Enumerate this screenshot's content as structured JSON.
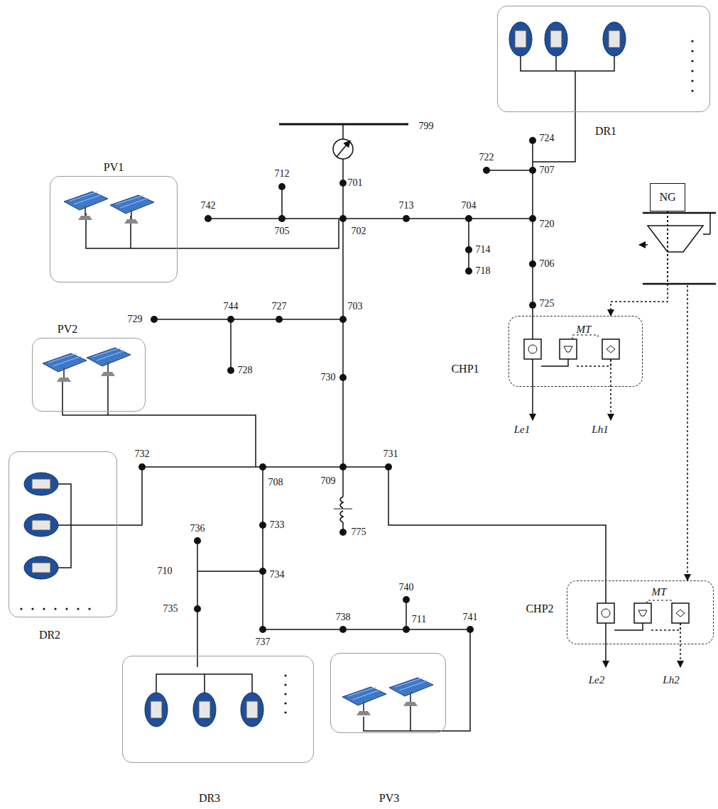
{
  "diagram": {
    "nodes": [
      {
        "text": [
          "DR1"
        ]
      },
      {
        "text": [
          "PV1"
        ]
      },
      {
        "text": [
          "NG"
        ]
      },
      {
        "text": [
          "CHP1"
        ]
      },
      {
        "text": [
          "PV2"
        ]
      },
      {
        "text": [
          "DR2"
        ]
      },
      {
        "text": [
          "CHP2"
        ]
      },
      {
        "text": [
          "PV3"
        ]
      },
      {
        "text": [
          "DR3"
        ]
      }
    ],
    "edges": [
      {
        "from": 2,
        "to": 3,
        "arrow": "to"
      },
      {
        "from": 2,
        "to": 6,
        "arrow": "to"
      }
    ],
    "labels": [
      "799",
      "724",
      "701",
      "712",
      "722",
      "707",
      "742",
      "713",
      "704",
      "720",
      "705",
      "702",
      "714",
      "706",
      "718",
      "744",
      "727",
      "703",
      "725",
      "729",
      "728",
      "730",
      "732",
      "731",
      "708",
      "709",
      "733",
      "736",
      "775",
      "710",
      "734",
      "740",
      "735",
      "738",
      "741",
      "711",
      "737",
      "MT",
      "Le1",
      "Lh1",
      "MT",
      "Le2",
      "Lh2"
    ]
  }
}
